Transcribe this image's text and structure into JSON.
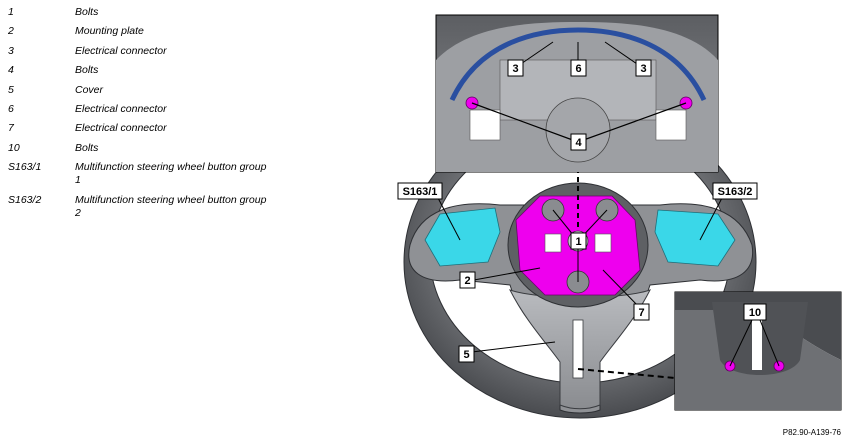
{
  "legend": [
    {
      "key": "1",
      "text": "Bolts"
    },
    {
      "key": "2",
      "text": "Mounting plate"
    },
    {
      "key": "3",
      "text": "Electrical connector"
    },
    {
      "key": "4",
      "text": "Bolts"
    },
    {
      "key": "5",
      "text": "Cover"
    },
    {
      "key": "6",
      "text": "Electrical connector"
    },
    {
      "key": "7",
      "text": "Electrical connector"
    },
    {
      "key": "10",
      "text": "Bolts"
    },
    {
      "key": "S163/1",
      "text": "Multifunction steering wheel button group 1"
    },
    {
      "key": "S163/2",
      "text": "Multifunction steering wheel button group 2"
    }
  ],
  "callouts": {
    "c1": "1",
    "c2": "2",
    "c3a": "3",
    "c3b": "3",
    "c4": "4",
    "c5": "5",
    "c6": "6",
    "c7": "7",
    "c10": "10",
    "s1631": "S163/1",
    "s1632": "S163/2"
  },
  "figure_code": "P82.90-A139-76",
  "colors": {
    "highlight_magenta": "#ee00ee",
    "highlight_cyan": "#3ad7e8",
    "wiring_blue": "#2a4fa0",
    "wheel_gray": "#6e7074"
  }
}
